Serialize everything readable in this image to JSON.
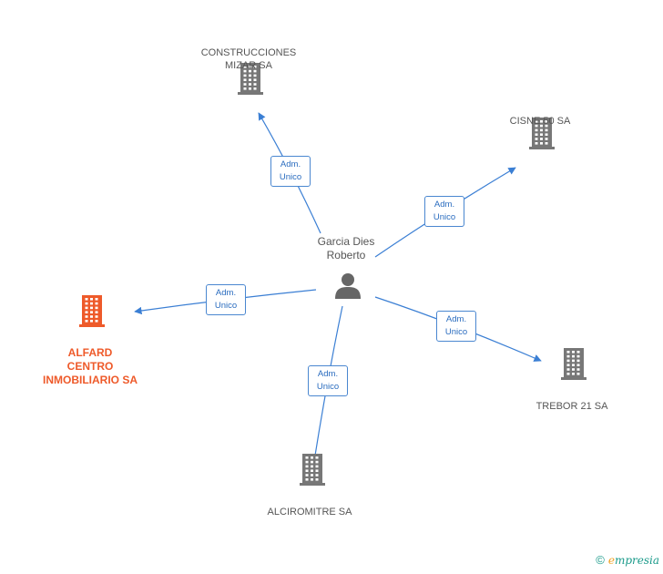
{
  "center": {
    "name": "Garcia Dies\nRoberto",
    "icon": "person-icon"
  },
  "nodes": [
    {
      "id": "construcciones",
      "name": "CONSTRUCCIONES\nMIZAR SA",
      "icon": "building-icon",
      "highlight": false
    },
    {
      "id": "cisne",
      "name": "CISNE 50 SA",
      "icon": "building-icon",
      "highlight": false
    },
    {
      "id": "alfard",
      "name": "ALFARD\nCENTRO\nINMOBILIARIO SA",
      "icon": "building-icon",
      "highlight": true
    },
    {
      "id": "trebor",
      "name": "TREBOR 21 SA",
      "icon": "building-icon",
      "highlight": false
    },
    {
      "id": "alciromitre",
      "name": "ALCIROMITRE SA",
      "icon": "building-icon",
      "highlight": false
    }
  ],
  "edges": [
    {
      "to": "construcciones",
      "label_line1": "Adm.",
      "label_line2": "Unico"
    },
    {
      "to": "cisne",
      "label_line1": "Adm.",
      "label_line2": "Unico"
    },
    {
      "to": "alfard",
      "label_line1": "Adm.",
      "label_line2": "Unico"
    },
    {
      "to": "trebor",
      "label_line1": "Adm.",
      "label_line2": "Unico"
    },
    {
      "to": "alciromitre",
      "label_line1": "Adm.",
      "label_line2": "Unico"
    }
  ],
  "colors": {
    "edge": "#3b7fd4",
    "building": "#777777",
    "highlight": "#ee5a2a",
    "person": "#666666"
  },
  "footer": {
    "copyright": "©",
    "brand_first": "e",
    "brand_rest": "mpresia"
  }
}
